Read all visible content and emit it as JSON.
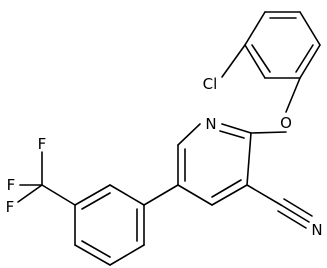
{
  "molecule": {
    "atoms": {
      "cl": "Cl",
      "o": "O",
      "n_ring": "N",
      "n_nitrile": "N",
      "f1": "F",
      "f2": "F",
      "f3": "F"
    }
  }
}
